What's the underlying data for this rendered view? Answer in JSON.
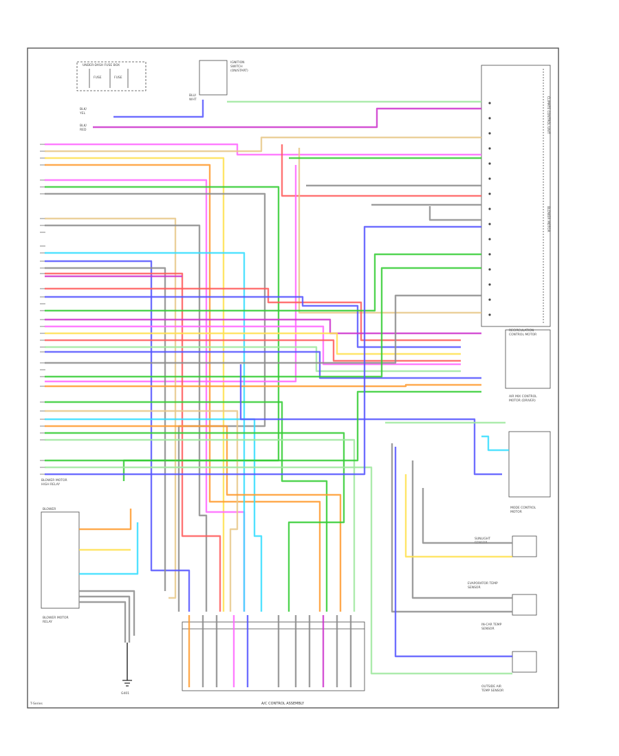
{
  "diagram": {
    "footer_label": "A/C CONTROL ASSEMBLY",
    "corner_label": "T-Series",
    "colors": {
      "red": "#ff5a5a",
      "green": "#33cc33",
      "lightgreen": "#9ee89e",
      "blue": "#5555ff",
      "cyan": "#33ddff",
      "yellow": "#ffe14d",
      "orange": "#ff9a2e",
      "pink": "#ff66ff",
      "magenta": "#cc33cc",
      "gray": "#8c8c8c",
      "tan": "#e8c88a",
      "black": "#222222",
      "frame": "#555555"
    },
    "wire_icon": "wire-harness",
    "ground_icon": "ground-symbol"
  }
}
